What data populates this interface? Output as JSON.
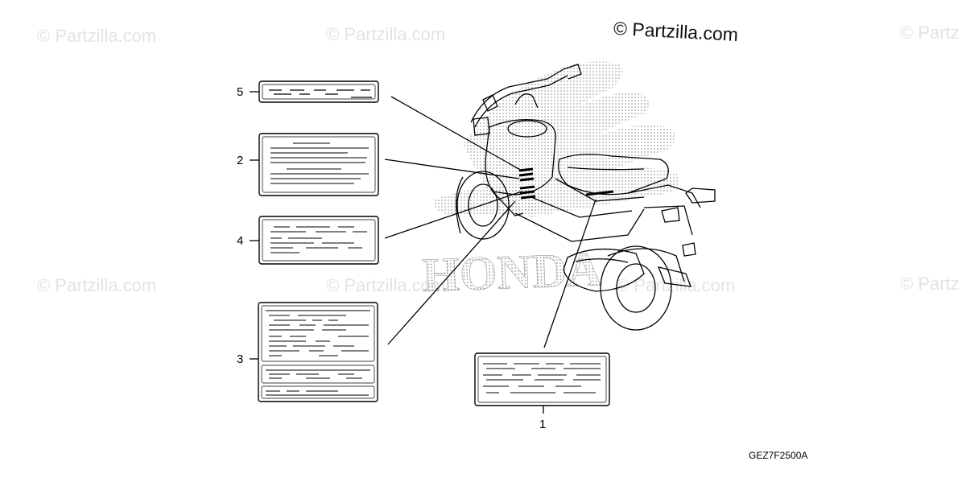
{
  "watermark": {
    "main": "© Partzilla.com",
    "faint": "© Partzilla.com",
    "faint_partial": "© Partz"
  },
  "callouts": {
    "c1": "1",
    "c2": "2",
    "c3": "3",
    "c4": "4",
    "c5": "5"
  },
  "diagram_code": "GEZ7F2500A",
  "brand_background": "HONDA",
  "colors": {
    "line": "#000000",
    "watermark_faint": "#e3e3e3",
    "dots": "#9a9a9a"
  }
}
